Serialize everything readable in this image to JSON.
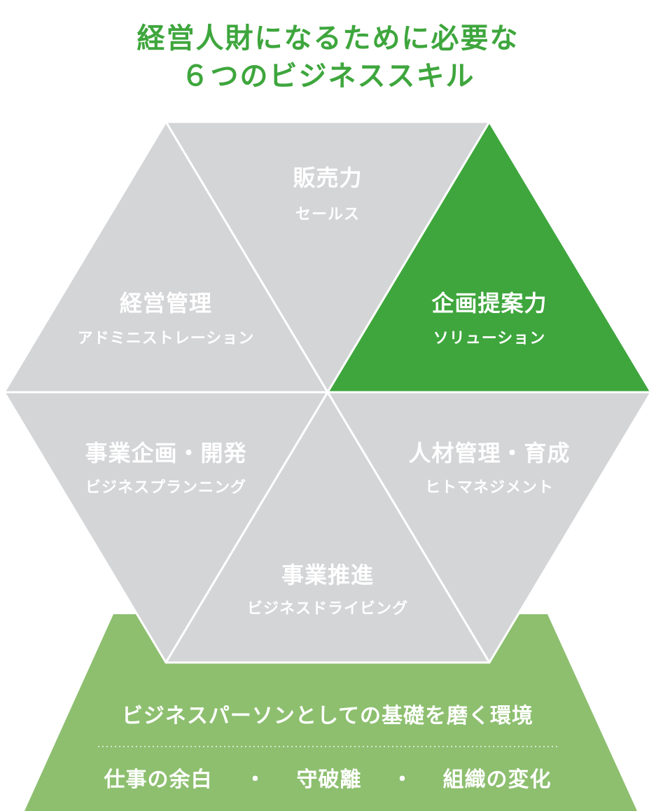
{
  "title": {
    "line1": "経営人財になるために必要な",
    "line2": "６つのビジネススキル"
  },
  "segments": {
    "sales": {
      "title": "販売力",
      "subtitle": "セールス",
      "highlighted": false
    },
    "management": {
      "title": "経営管理",
      "subtitle": "アドミニストレーション",
      "highlighted": false
    },
    "proposal": {
      "title": "企画提案力",
      "subtitle": "ソリューション",
      "highlighted": true
    },
    "planning": {
      "title": "事業企画・開発",
      "subtitle": "ビジネスプランニング",
      "highlighted": false
    },
    "hr": {
      "title": "人材管理・育成",
      "subtitle": "ヒトマネジメント",
      "highlighted": false
    },
    "driving": {
      "title": "事業推進",
      "subtitle": "ビジネスドライビング",
      "highlighted": false
    }
  },
  "base": {
    "line1": "ビジネスパーソンとしての基礎を磨く環境",
    "items": [
      "仕事の余白",
      "守破離",
      "組織の変化"
    ],
    "separator": "・"
  },
  "colors": {
    "title": "#3ea63d",
    "highlight": "#3ea63d",
    "segment": "#d4d5d7",
    "base": "#8dbf6f",
    "text": "#ffffff"
  }
}
